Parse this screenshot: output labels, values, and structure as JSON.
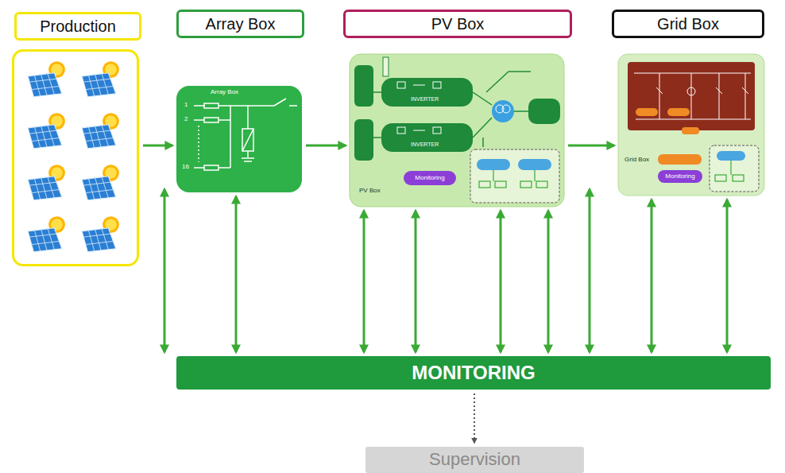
{
  "diagram": {
    "nodes": [
      {
        "text": [
          "Production"
        ]
      },
      {
        "text": [
          "Array Box"
        ]
      },
      {
        "text": [
          "PV Box"
        ]
      },
      {
        "text": [
          "Grid Box"
        ]
      },
      {
        "text": [
          "Monitoring"
        ],
        "in": 2
      },
      {
        "text": [
          "Monitoring"
        ],
        "in": 3
      },
      {
        "text": [
          "MONITORING"
        ]
      },
      {
        "text": [
          "Supervision"
        ]
      }
    ],
    "edges": [
      {
        "from": 0,
        "to": 1,
        "arrow": "to"
      },
      {
        "from": 1,
        "to": 2,
        "arrow": "to"
      },
      {
        "from": 2,
        "to": 3,
        "arrow": "to"
      },
      {
        "from": 0,
        "to": 6,
        "arrow": "both"
      },
      {
        "from": 1,
        "to": 6,
        "arrow": "both"
      },
      {
        "from": 2,
        "to": 6,
        "arrow": "both"
      },
      {
        "from": 2,
        "to": 6,
        "arrow": "both"
      },
      {
        "from": 2,
        "to": 6,
        "arrow": "both"
      },
      {
        "from": 2,
        "to": 6,
        "arrow": "both"
      },
      {
        "from": 3,
        "to": 6,
        "arrow": "both"
      },
      {
        "from": 3,
        "to": 6,
        "arrow": "both"
      },
      {
        "from": 3,
        "to": 6,
        "arrow": "both"
      },
      {
        "from": 6,
        "to": 7,
        "arrow": "to"
      }
    ],
    "labels": [
      "Array Box",
      "1",
      "2",
      "16",
      "INVERTER",
      "INVERTER",
      "PV Box",
      "Grid Box"
    ]
  }
}
